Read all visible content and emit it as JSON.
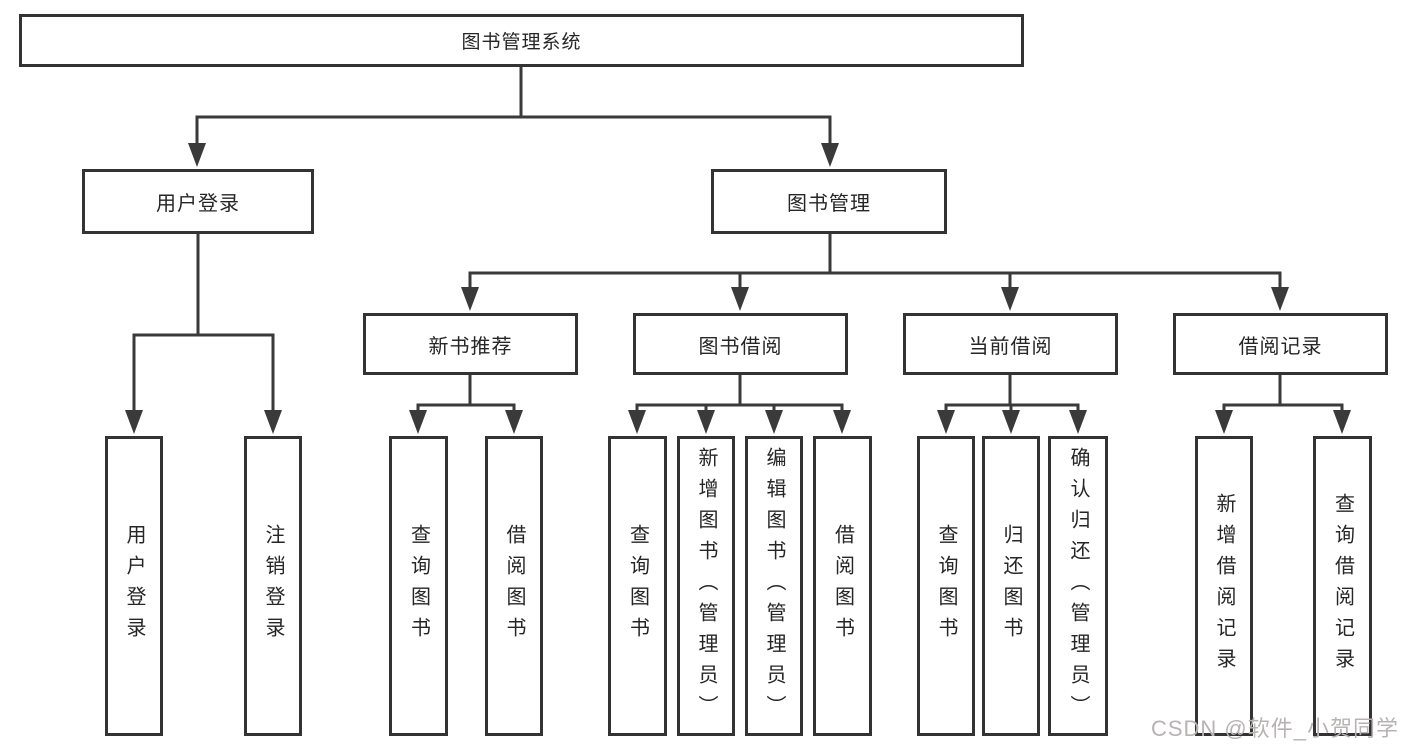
{
  "watermark": "CSDN @软件_小贺同学",
  "colors": {
    "line": "#3a3a3a",
    "box_border": "#333333",
    "box_fill": "#ffffff",
    "text": "#262626",
    "watermark": "#b7b3b3"
  },
  "tree": {
    "root": {
      "label": "图书管理系统",
      "children": [
        {
          "label": "用户登录",
          "children": [
            {
              "label": "用户登录"
            },
            {
              "label": "注销登录"
            }
          ]
        },
        {
          "label": "图书管理",
          "children": [
            {
              "label": "新书推荐",
              "children": [
                {
                  "label": "查询图书"
                },
                {
                  "label": "借阅图书"
                }
              ]
            },
            {
              "label": "图书借阅",
              "children": [
                {
                  "label": "查询图书"
                },
                {
                  "label": "新增图书（管理员）"
                },
                {
                  "label": "编辑图书（管理员）"
                },
                {
                  "label": "借阅图书"
                }
              ]
            },
            {
              "label": "当前借阅",
              "children": [
                {
                  "label": "查询图书"
                },
                {
                  "label": "归还图书"
                },
                {
                  "label": "确认归还（管理员）"
                }
              ]
            },
            {
              "label": "借阅记录",
              "children": [
                {
                  "label": "新增借阅记录"
                },
                {
                  "label": "查询借阅记录"
                }
              ]
            }
          ]
        }
      ]
    }
  }
}
